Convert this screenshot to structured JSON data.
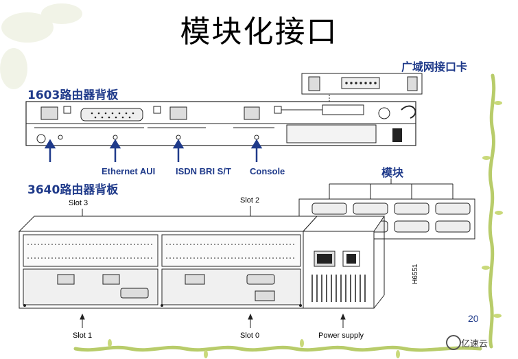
{
  "title": "模块化接口",
  "wan_card_label": "广域网接口卡",
  "router_1603": {
    "heading": "1603路由器背板",
    "port_labels": [
      "Ethernet AUI",
      "ISDN BRI S/T",
      "Console"
    ]
  },
  "modules_label": "模块",
  "router_3640": {
    "heading": "3640路由器背板",
    "callouts": [
      "Slot 3",
      "Slot 2",
      "Slot 1",
      "Slot 0",
      "Power supply"
    ],
    "figure_id": "H6551"
  },
  "page_number": "20",
  "watermark": "亿速云"
}
